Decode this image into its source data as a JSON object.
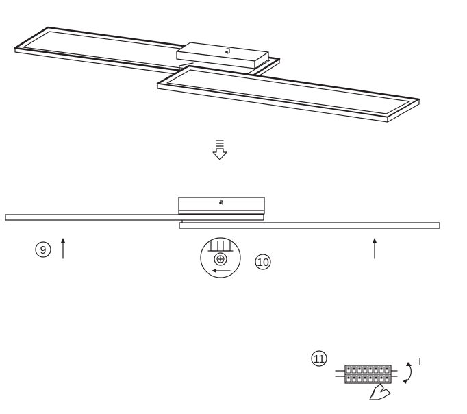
{
  "steps": [
    {
      "number": "9"
    },
    {
      "number": "10"
    },
    {
      "number": "11"
    }
  ],
  "switch_mark": "I",
  "colors": {
    "line": "#231f20",
    "background": "#ffffff"
  }
}
